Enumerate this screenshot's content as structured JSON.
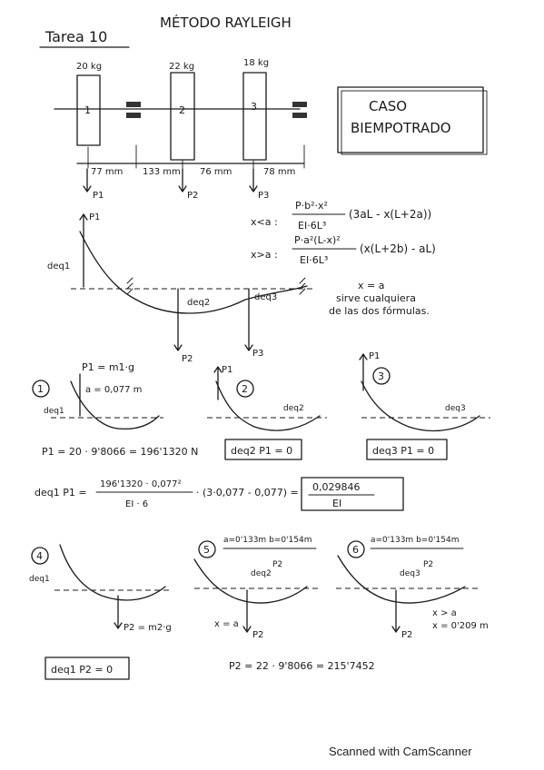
{
  "header": {
    "tarea": "Tarea 10",
    "metodo": "MÉTODO RAYLEIGH"
  },
  "masses": {
    "m1": "20 kg",
    "m2": "22 kg",
    "m3": "18 kg",
    "label1": "1",
    "label2": "2",
    "label3": "3"
  },
  "dims": {
    "d1": "77 mm",
    "d2": "133 mm",
    "d3": "76 mm",
    "d4": "78 mm"
  },
  "loads": {
    "p1": "P1",
    "p2": "P2",
    "p3": "P3"
  },
  "caso_box": {
    "line1": "CASO",
    "line2": "BIEMPOTRADO"
  },
  "formulas": {
    "cond1": "x<a :",
    "num1": "P·b²·x²",
    "den1": "EI·6L³",
    "tail1": "(3aL - x(L+2a))",
    "cond2": "x>a :",
    "num2": "P·a²(L-x)²",
    "den2": "EI·6L³",
    "tail2": "(x(L+2b) - aL)",
    "note1": "x = a",
    "note2": "sirve cualquiera",
    "note3": "de las dos fórmulas."
  },
  "deflection": {
    "deq1": "deq1",
    "deq2": "deq2",
    "deq3": "deq3"
  },
  "cases": {
    "c1": "1",
    "c2": "2",
    "c3": "3",
    "c4": "4",
    "c5": "5",
    "c6": "6",
    "p1_eq": "P1 = m1·g",
    "a_val": "a = 0,077 m",
    "p1_calc": "P1 = 20 · 9'8066 = 196'1320 N",
    "deq2_box": "deq2 P1 = 0",
    "deq3_box": "deq3 P1 = 0",
    "deq1_lhs": "deq1 P1 =",
    "deq1_num": "196'1320 · 0,077²",
    "deq1_den": "EI · 6",
    "deq1_tail": "· (3·0,077 - 0,077) =",
    "deq1_result_num": "0,029846",
    "deq1_result_den": "EI",
    "p2_eq": "P2 = m2·g",
    "deq1_p2_box": "deq1 P2 = 0",
    "c5_dims": "a=0'133m  b=0'154m",
    "c6_dims": "a=0'133m  b=0'154m",
    "x_eq_a": "x = a",
    "x_gt_a": "x > a",
    "x_val": "x = 0'209 m",
    "p2_calc": "P2 = 22 · 9'8066 = 215'7452"
  },
  "footer": "Scanned with CamScanner"
}
